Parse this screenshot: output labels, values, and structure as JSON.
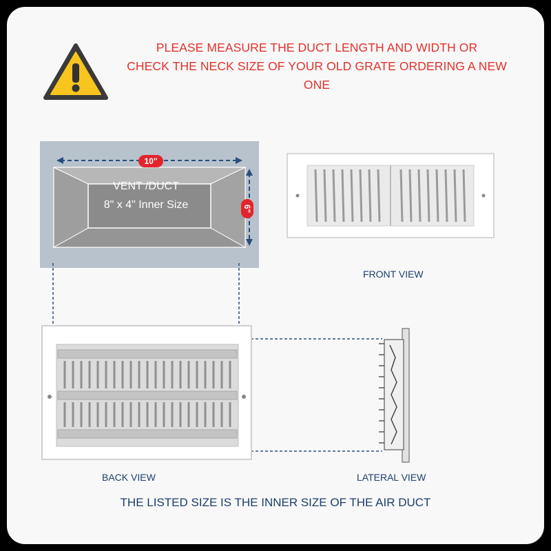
{
  "warning": {
    "icon": "warning-triangle-icon",
    "lines": [
      "PLEASE MEASURE THE DUCT LENGTH AND WIDTH OR",
      "CHECK THE NECK SIZE OF YOUR OLD GRATE ORDERING A NEW",
      "ONE"
    ],
    "color": "#e2312b"
  },
  "duct_diagram": {
    "width_label": "10\"",
    "height_label": "6\"",
    "vent_title": "VENT /DUCT",
    "vent_size": "8\" x 4\" Inner Size",
    "accent_color": "#e3242b",
    "arrow_color": "#2a4e7a"
  },
  "views": {
    "front": "FRONT VIEW",
    "back": "BACK VIEW",
    "lateral": "LATERAL VIEW"
  },
  "footer": {
    "note": "THE LISTED SIZE IS THE INNER SIZE OF THE AIR DUCT"
  },
  "colors": {
    "background": "#000000",
    "card": "#f8f8f8",
    "caption": "#1c3d6b"
  }
}
